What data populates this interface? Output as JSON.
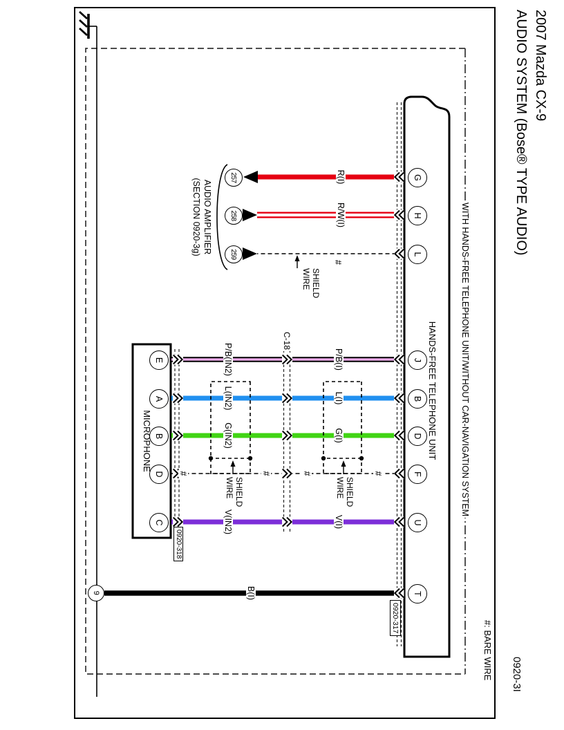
{
  "page": {
    "title_line1": "2007 Mazda CX-9",
    "title_line2": "AUDIO SYSTEM (Bose® TYPE AUDIO)",
    "page_ref": "0920-3I",
    "footnote": "#: BARE WIRE"
  },
  "condition": {
    "label": "WITH HANDS-FREE TELEPHONE UNIT/WITHOUT CAR-NAVIGATION SYSTEM"
  },
  "hands_free_unit": {
    "name": "HANDS-FREE TELEPHONE UNIT",
    "connector_ref": "0920-317",
    "terminals": [
      {
        "label": "G"
      },
      {
        "label": "H"
      },
      {
        "label": "L"
      },
      {
        "label": "J"
      },
      {
        "label": "B"
      },
      {
        "label": "D"
      },
      {
        "label": "F"
      },
      {
        "label": "U"
      },
      {
        "label": "T"
      }
    ]
  },
  "microphone": {
    "name": "MICROPHONE",
    "connector_ref": "0920-318",
    "terminals": [
      {
        "label": "E"
      },
      {
        "label": "A"
      },
      {
        "label": "B"
      },
      {
        "label": "D"
      },
      {
        "label": "C"
      }
    ]
  },
  "amplifier": {
    "name_line1": "AUDIO AMPLIFIER",
    "name_line2": "(SECTION 0920-3g)",
    "pins": [
      {
        "label": "257"
      },
      {
        "label": "258"
      },
      {
        "label": "259"
      }
    ]
  },
  "inline_connector": {
    "label": "C-18"
  },
  "ground": {
    "label": "9"
  },
  "wires": {
    "r_i": "R(I)",
    "rw_i": "R/W(I)",
    "hash": "#",
    "pb_i": "P/B(I)",
    "pb_in2": "P/B(IN2)",
    "l_i": "L(I)",
    "l_in2": "L(IN2)",
    "g_i": "G(I)",
    "g_in2": "G(IN2)",
    "v_i": "V(I)",
    "v_in2": "V(IN2)",
    "b_i": "B(I)",
    "shield_line1": "SHIELD",
    "shield_line2": "WIRE"
  },
  "colors": {
    "red": "#e60012",
    "blue": "#2090f0",
    "green": "#41d414",
    "violet": "#7d2fd9",
    "pink_stripe": "#eaaae8",
    "black": "#000000"
  }
}
